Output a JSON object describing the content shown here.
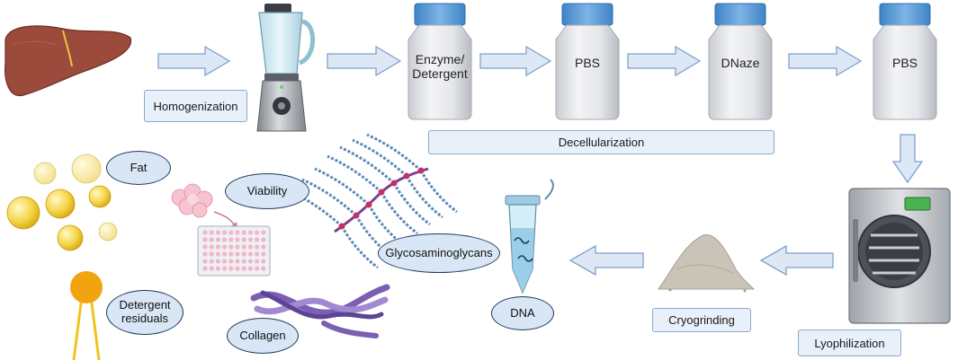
{
  "steps": {
    "homogenization": "Homogenization",
    "decellularization": "Decellularization",
    "lyophilization": "Lyophilization",
    "cryogrinding": "Cryogrinding"
  },
  "reagents": {
    "enzyme_line1": "Enzyme/",
    "enzyme_line2": "Detergent",
    "pbs_1": "PBS",
    "dnaze": "DNaze",
    "pbs_2": "PBS"
  },
  "analyses": {
    "fat": "Fat",
    "viability": "Viability",
    "glycosaminoglycans": "Glycosaminoglycans",
    "detergent_line1": "Detergent",
    "detergent_line2": "residuals",
    "collagen": "Collagen",
    "dna": "DNA"
  },
  "colors": {
    "label_box_fill": "#e8f0fa",
    "ellipse_fill": "#d8e6f6",
    "arrow_fill": "#dde8f6",
    "jar_cap": "#5b9bd5"
  }
}
